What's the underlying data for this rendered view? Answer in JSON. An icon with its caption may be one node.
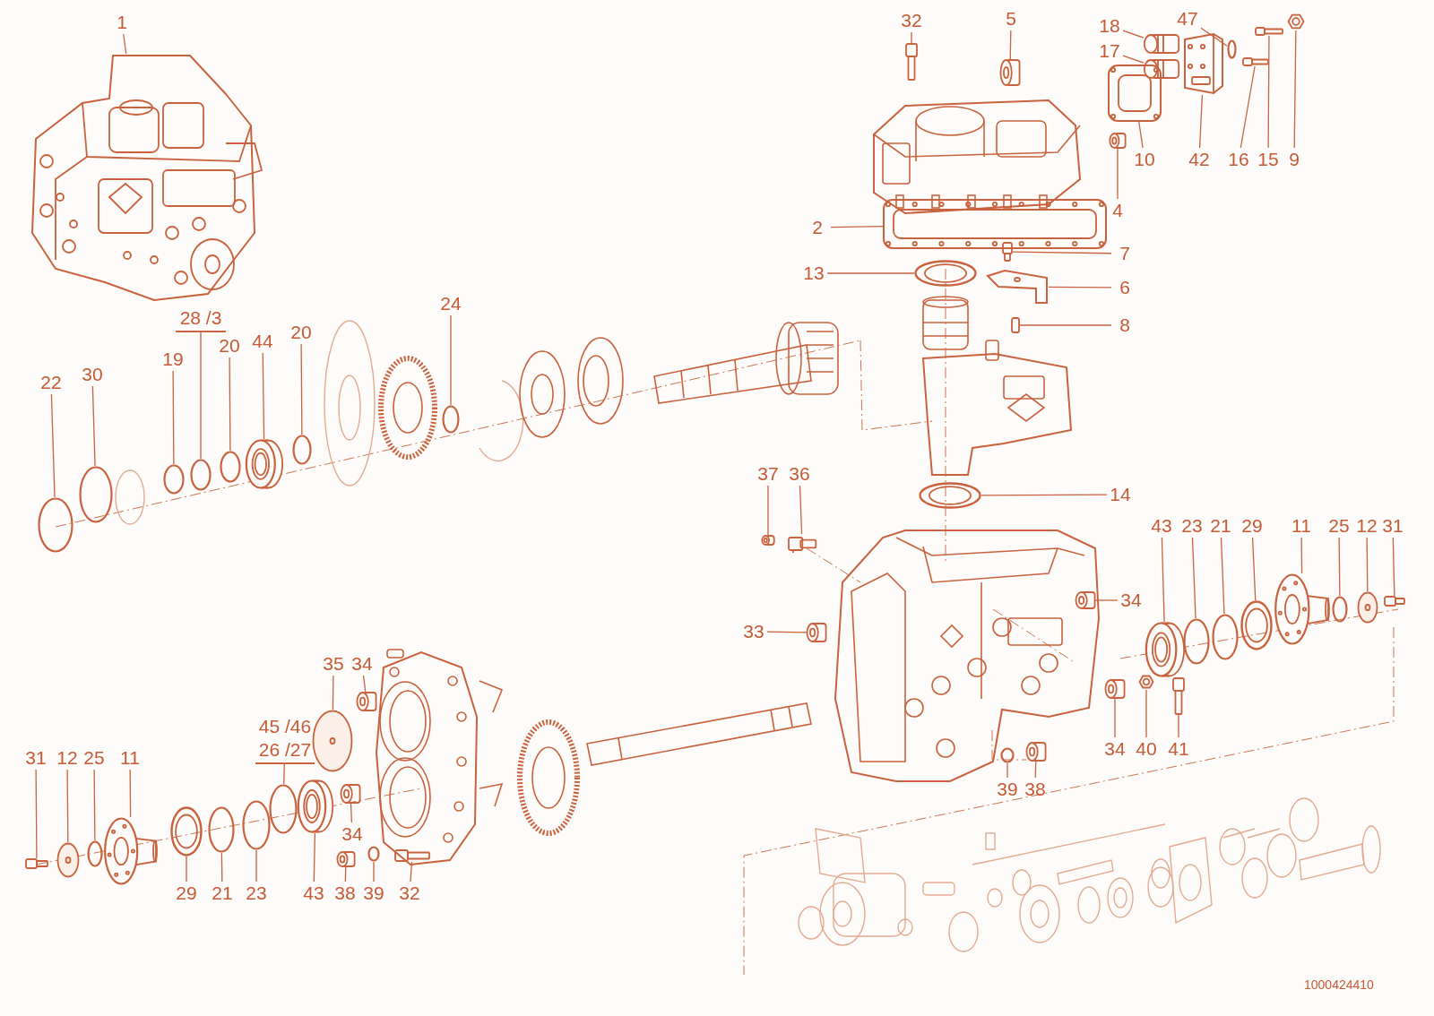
{
  "diagram": {
    "nodes": [
      {
        "text": [
          "1"
        ]
      },
      {
        "text": [],
        "shape": "picture"
      },
      {
        "text": [
          "32"
        ]
      },
      {
        "text": [],
        "shape": "bolt"
      },
      {
        "text": [
          "5"
        ]
      },
      {
        "text": [],
        "shape": "plug"
      },
      {
        "text": [
          "18"
        ]
      },
      {
        "text": [],
        "shape": "cylinder"
      },
      {
        "text": [
          "47"
        ]
      },
      {
        "text": [],
        "shape": "ring"
      },
      {
        "text": [
          "17"
        ]
      },
      {
        "text": [],
        "shape": "cylinder"
      },
      {
        "text": [
          "10"
        ]
      },
      {
        "text": [],
        "shape": "gasket"
      },
      {
        "text": [
          "42"
        ]
      },
      {
        "text": [],
        "shape": "box"
      },
      {
        "text": [
          "16"
        ]
      },
      {
        "text": [],
        "shape": "bolt"
      },
      {
        "text": [
          "15"
        ]
      },
      {
        "text": [],
        "shape": "bolt"
      },
      {
        "text": [
          "9"
        ]
      },
      {
        "text": [],
        "shape": "nut"
      },
      {
        "text": [
          "4"
        ]
      },
      {
        "text": [],
        "shape": "plug"
      },
      {
        "text": [
          "2"
        ]
      },
      {
        "text": [],
        "shape": "gasket"
      },
      {
        "text": [
          "13"
        ]
      },
      {
        "text": [],
        "shape": "seal"
      },
      {
        "text": [
          "7"
        ]
      },
      {
        "text": [],
        "shape": "bolt"
      },
      {
        "text": [
          "6"
        ]
      },
      {
        "text": [],
        "shape": "bracket"
      },
      {
        "text": [
          "8"
        ]
      },
      {
        "text": [],
        "shape": "pin"
      },
      {
        "text": [
          "14"
        ]
      },
      {
        "text": [],
        "shape": "seal"
      },
      {
        "text": [
          "22"
        ]
      },
      {
        "text": [],
        "shape": "ring"
      },
      {
        "text": [
          "30"
        ]
      },
      {
        "text": [],
        "shape": "ring"
      },
      {
        "text": [
          "19"
        ]
      },
      {
        "text": [],
        "shape": "ring"
      },
      {
        "text": [
          "28 /3"
        ]
      },
      {
        "text": [],
        "shape": "ring"
      },
      {
        "text": [
          "20"
        ]
      },
      {
        "text": [],
        "shape": "ring"
      },
      {
        "text": [
          "44"
        ]
      },
      {
        "text": [],
        "shape": "bearing"
      },
      {
        "text": [
          "20"
        ]
      },
      {
        "text": [],
        "shape": "ring"
      },
      {
        "text": [
          "24"
        ]
      },
      {
        "text": [],
        "shape": "ring"
      },
      {
        "text": [
          "37"
        ]
      },
      {
        "text": [],
        "shape": "plug"
      },
      {
        "text": [
          "36"
        ]
      },
      {
        "text": [],
        "shape": "sensor"
      },
      {
        "text": [
          "33"
        ]
      },
      {
        "text": [],
        "shape": "plug"
      },
      {
        "text": [
          "34"
        ]
      },
      {
        "text": [],
        "shape": "plug"
      },
      {
        "text": [
          "34"
        ]
      },
      {
        "text": [],
        "shape": "plug"
      },
      {
        "text": [
          "40"
        ]
      },
      {
        "text": [],
        "shape": "nut"
      },
      {
        "text": [
          "41"
        ]
      },
      {
        "text": [],
        "shape": "bolt"
      },
      {
        "text": [
          "39"
        ]
      },
      {
        "text": [],
        "shape": "ring"
      },
      {
        "text": [
          "38"
        ]
      },
      {
        "text": [],
        "shape": "plug"
      },
      {
        "text": [
          "43"
        ]
      },
      {
        "text": [],
        "shape": "bearing"
      },
      {
        "text": [
          "23"
        ]
      },
      {
        "text": [],
        "shape": "ring"
      },
      {
        "text": [
          "21"
        ]
      },
      {
        "text": [],
        "shape": "ring"
      },
      {
        "text": [
          "29"
        ]
      },
      {
        "text": [],
        "shape": "seal"
      },
      {
        "text": [
          "11"
        ]
      },
      {
        "text": [],
        "shape": "flange"
      },
      {
        "text": [
          "25"
        ]
      },
      {
        "text": [],
        "shape": "ring"
      },
      {
        "text": [
          "12"
        ]
      },
      {
        "text": [],
        "shape": "disc"
      },
      {
        "text": [
          "31"
        ]
      },
      {
        "text": [],
        "shape": "bolt"
      },
      {
        "text": [
          "31"
        ]
      },
      {
        "text": [],
        "shape": "bolt"
      },
      {
        "text": [
          "12"
        ]
      },
      {
        "text": [],
        "shape": "disc"
      },
      {
        "text": [
          "25"
        ]
      },
      {
        "text": [],
        "shape": "ring"
      },
      {
        "text": [
          "11"
        ]
      },
      {
        "text": [],
        "shape": "flange"
      },
      {
        "text": [
          "35"
        ]
      },
      {
        "text": [],
        "shape": "disc"
      },
      {
        "text": [
          "34"
        ]
      },
      {
        "text": [],
        "shape": "plug"
      },
      {
        "text": [
          "45 /46",
          "26 /27"
        ]
      },
      {
        "text": [],
        "shape": "ring"
      },
      {
        "text": [
          "34"
        ]
      },
      {
        "text": [],
        "shape": "plug"
      },
      {
        "text": [
          "29"
        ]
      },
      {
        "text": [],
        "shape": "seal"
      },
      {
        "text": [
          "21"
        ]
      },
      {
        "text": [],
        "shape": "ring"
      },
      {
        "text": [
          "23"
        ]
      },
      {
        "text": [],
        "shape": "ring"
      },
      {
        "text": [
          "43"
        ]
      },
      {
        "text": [],
        "shape": "bearing"
      },
      {
        "text": [
          "38"
        ]
      },
      {
        "text": [],
        "shape": "plug"
      },
      {
        "text": [
          "39"
        ]
      },
      {
        "text": [],
        "shape": "ring"
      },
      {
        "text": [
          "32"
        ]
      },
      {
        "text": [],
        "shape": "bolt"
      }
    ],
    "edges": [
      {
        "from": 0,
        "to": 1,
        "arrow": "none"
      },
      {
        "from": 2,
        "to": 3,
        "arrow": "none"
      },
      {
        "from": 4,
        "to": 5,
        "arrow": "none"
      },
      {
        "from": 6,
        "to": 7,
        "arrow": "none"
      },
      {
        "from": 8,
        "to": 9,
        "arrow": "none"
      },
      {
        "from": 10,
        "to": 11,
        "arrow": "none"
      },
      {
        "from": 12,
        "to": 13,
        "arrow": "none"
      },
      {
        "from": 14,
        "to": 15,
        "arrow": "none"
      },
      {
        "from": 16,
        "to": 17,
        "arrow": "none"
      },
      {
        "from": 18,
        "to": 19,
        "arrow": "none"
      },
      {
        "from": 20,
        "to": 21,
        "arrow": "none"
      },
      {
        "from": 22,
        "to": 23,
        "arrow": "none"
      },
      {
        "from": 24,
        "to": 25,
        "arrow": "none"
      },
      {
        "from": 26,
        "to": 27,
        "arrow": "none"
      },
      {
        "from": 28,
        "to": 29,
        "arrow": "none"
      },
      {
        "from": 30,
        "to": 31,
        "arrow": "none"
      },
      {
        "from": 32,
        "to": 33,
        "arrow": "none"
      },
      {
        "from": 34,
        "to": 35,
        "arrow": "none"
      },
      {
        "from": 36,
        "to": 37,
        "arrow": "none"
      },
      {
        "from": 38,
        "to": 39,
        "arrow": "none"
      },
      {
        "from": 40,
        "to": 41,
        "arrow": "none"
      },
      {
        "from": 42,
        "to": 43,
        "arrow": "none"
      },
      {
        "from": 44,
        "to": 45,
        "arrow": "none"
      },
      {
        "from": 46,
        "to": 47,
        "arrow": "none"
      },
      {
        "from": 48,
        "to": 49,
        "arrow": "none"
      },
      {
        "from": 50,
        "to": 51,
        "arrow": "none"
      },
      {
        "from": 52,
        "to": 53,
        "arrow": "none"
      },
      {
        "from": 54,
        "to": 55,
        "arrow": "none"
      },
      {
        "from": 56,
        "to": 57,
        "arrow": "none"
      },
      {
        "from": 58,
        "to": 59,
        "arrow": "none"
      },
      {
        "from": 60,
        "to": 61,
        "arrow": "none"
      },
      {
        "from": 62,
        "to": 63,
        "arrow": "none"
      },
      {
        "from": 64,
        "to": 65,
        "arrow": "none"
      },
      {
        "from": 66,
        "to": 67,
        "arrow": "none"
      },
      {
        "from": 68,
        "to": 69,
        "arrow": "none"
      },
      {
        "from": 70,
        "to": 71,
        "arrow": "none"
      },
      {
        "from": 72,
        "to": 73,
        "arrow": "none"
      },
      {
        "from": 74,
        "to": 75,
        "arrow": "none"
      },
      {
        "from": 76,
        "to": 77,
        "arrow": "none"
      },
      {
        "from": 78,
        "to": 79,
        "arrow": "none"
      },
      {
        "from": 80,
        "to": 81,
        "arrow": "none"
      },
      {
        "from": 82,
        "to": 83,
        "arrow": "none"
      },
      {
        "from": 84,
        "to": 85,
        "arrow": "none"
      },
      {
        "from": 86,
        "to": 87,
        "arrow": "none"
      },
      {
        "from": 88,
        "to": 89,
        "arrow": "none"
      },
      {
        "from": 90,
        "to": 91,
        "arrow": "none"
      },
      {
        "from": 92,
        "to": 93,
        "arrow": "none"
      },
      {
        "from": 94,
        "to": 95,
        "arrow": "none"
      },
      {
        "from": 96,
        "to": 97,
        "arrow": "none"
      },
      {
        "from": 98,
        "to": 99,
        "arrow": "none"
      },
      {
        "from": 100,
        "to": 101,
        "arrow": "none"
      },
      {
        "from": 102,
        "to": 103,
        "arrow": "none"
      },
      {
        "from": 104,
        "to": 105,
        "arrow": "none"
      },
      {
        "from": 106,
        "to": 107,
        "arrow": "none"
      },
      {
        "from": 108,
        "to": 109,
        "arrow": "none"
      },
      {
        "from": 110,
        "to": 111,
        "arrow": "none"
      },
      {
        "from": 112,
        "to": 113,
        "arrow": "none"
      },
      {
        "from": 114,
        "to": 115,
        "arrow": "none"
      }
    ],
    "labels": [
      "1000424410"
    ]
  }
}
